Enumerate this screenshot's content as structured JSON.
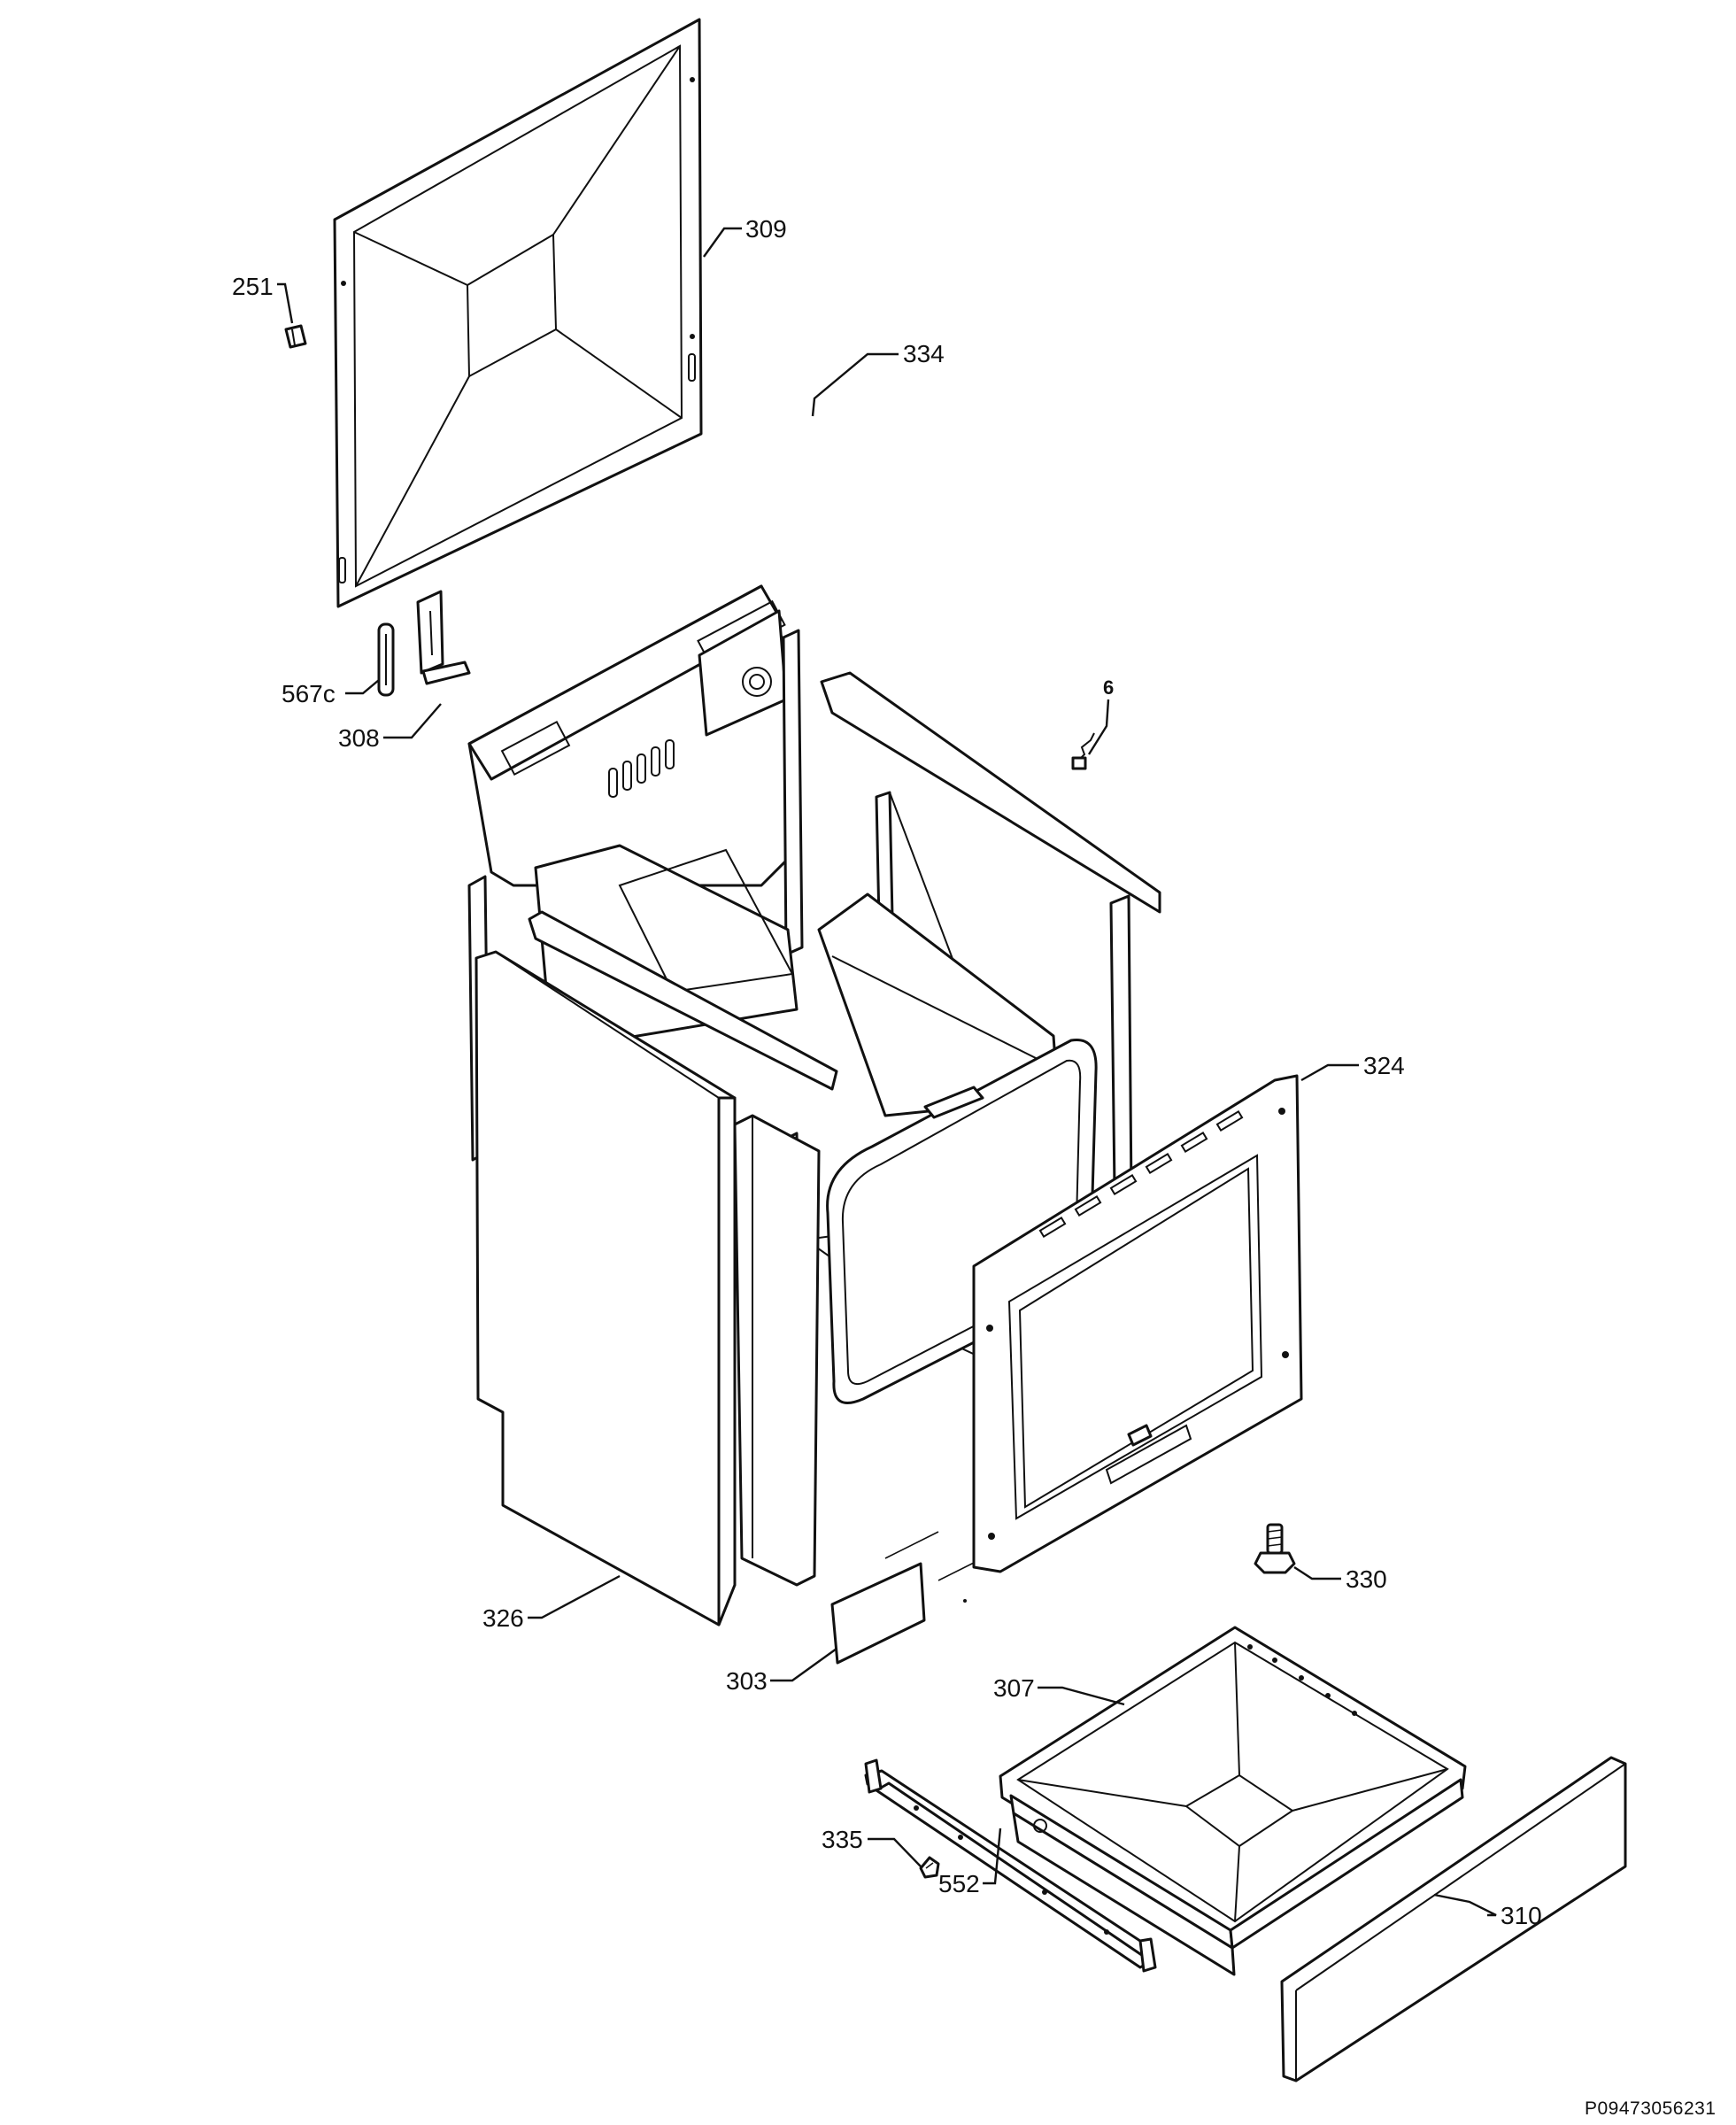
{
  "diagram": {
    "reference_code": "P09473056231",
    "callouts": [
      {
        "id": "c309",
        "label": "309"
      },
      {
        "id": "c251",
        "label": "251"
      },
      {
        "id": "c334",
        "label": "334"
      },
      {
        "id": "c567c",
        "label": "567c"
      },
      {
        "id": "c308",
        "label": "308"
      },
      {
        "id": "c6",
        "label": "6"
      },
      {
        "id": "c324",
        "label": "324"
      },
      {
        "id": "c330",
        "label": "330"
      },
      {
        "id": "c326",
        "label": "326"
      },
      {
        "id": "c303",
        "label": "303"
      },
      {
        "id": "c307",
        "label": "307"
      },
      {
        "id": "c335",
        "label": "335"
      },
      {
        "id": "c552",
        "label": "552"
      },
      {
        "id": "c310",
        "label": "310"
      }
    ]
  }
}
